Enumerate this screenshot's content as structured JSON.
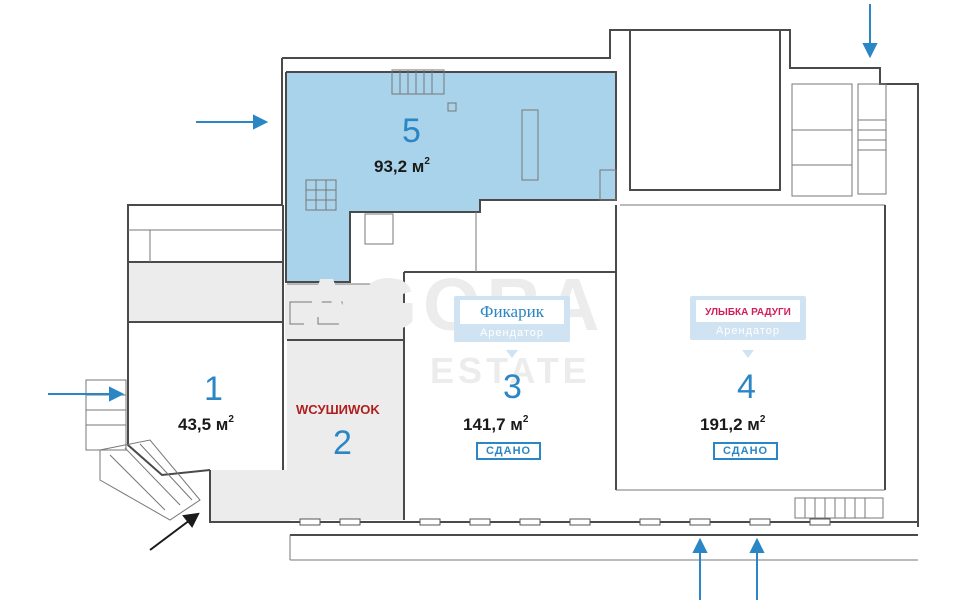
{
  "watermark": {
    "line1": "AGORA",
    "line2": "ESTATE"
  },
  "rooms": [
    {
      "number": "1",
      "area": "43,5 м",
      "area_unit_exp": "2"
    },
    {
      "number": "2",
      "tenant": "СУШИWOK"
    },
    {
      "number": "3",
      "area": "141,7 м",
      "area_unit_exp": "2",
      "tenant": "Фикарик",
      "tenant_role": "Арендатор",
      "status": "СДАНО"
    },
    {
      "number": "4",
      "area": "191,2 м",
      "area_unit_exp": "2",
      "tenant": "УЛЫБКА РАДУГИ",
      "tenant_role": "Арендатор",
      "status": "СДАНО"
    },
    {
      "number": "5",
      "area": "93,2 м",
      "area_unit_exp": "2"
    }
  ],
  "colors": {
    "highlight": "#a8d3ea",
    "rented_fill": "#ececec",
    "accent": "#2a86c5",
    "wall": "#4a4a4a"
  },
  "icons": [
    "entrance-arrow-icon",
    "staircase-icon",
    "toilet-icon"
  ]
}
